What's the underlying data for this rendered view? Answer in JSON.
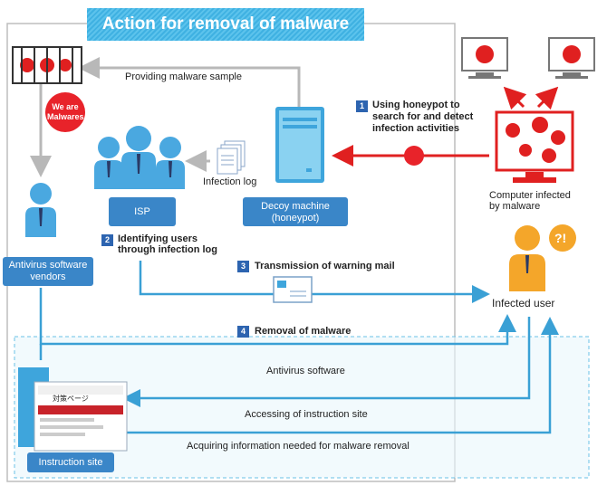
{
  "title": "Action for removal of malware",
  "labels": {
    "providing_sample": "Providing malware sample",
    "we_are_malwares_1": "We are",
    "we_are_malwares_2": "Malwares",
    "infection_log": "Infection log",
    "isp": "ISP",
    "decoy_1": "Decoy machine",
    "decoy_2": "(honeypot)",
    "antivirus_vendor_1": "Antivirus software",
    "antivirus_vendor_2": "vendors",
    "computer_infected_1": "Computer infected",
    "computer_infected_2": "by malware",
    "infected_user": "Infected user",
    "antivirus_software": "Antivirus software",
    "accessing_site": "Accessing of instruction site",
    "acquiring_info": "Acquiring information needed for malware removal",
    "instruction_site": "Instruction site",
    "site_header": "対策ページ",
    "exclaim": "?!"
  },
  "steps": [
    {
      "num": "1",
      "line1": "Using honeypot to",
      "line2": "search for and detect",
      "line3": "infection activities"
    },
    {
      "num": "2",
      "line1": "Identifying users",
      "line2": "through infection log"
    },
    {
      "num": "3",
      "line1": "Transmission of warning mail"
    },
    {
      "num": "4",
      "line1": "Removal of malware"
    }
  ],
  "colors": {
    "title_bg": "#4ab8e6",
    "label_bg": "#3a86c8",
    "step_bg": "#2d64b0",
    "arrow_blue": "#3aa0d5",
    "arrow_red": "#e02020",
    "arrow_gray": "#b8b8b8",
    "person_blue": "#4aa8e0",
    "person_orange": "#f4a62a"
  }
}
